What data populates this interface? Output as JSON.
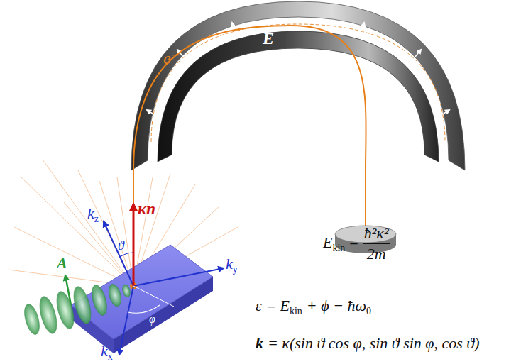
{
  "diagram": {
    "labels": [
      "E",
      "e⁻",
      "κn",
      "k",
      "z",
      "ϑ",
      "A",
      "k",
      "y",
      "φ",
      "k",
      "x",
      "E",
      "kin",
      "=",
      "ħ²κ²",
      "2m",
      "ε = E",
      "kin",
      "+ ϕ − ħω",
      "0",
      "k",
      "= κ(sin ϑ cos φ, sin ϑ sin φ, cos ϑ)"
    ]
  }
}
